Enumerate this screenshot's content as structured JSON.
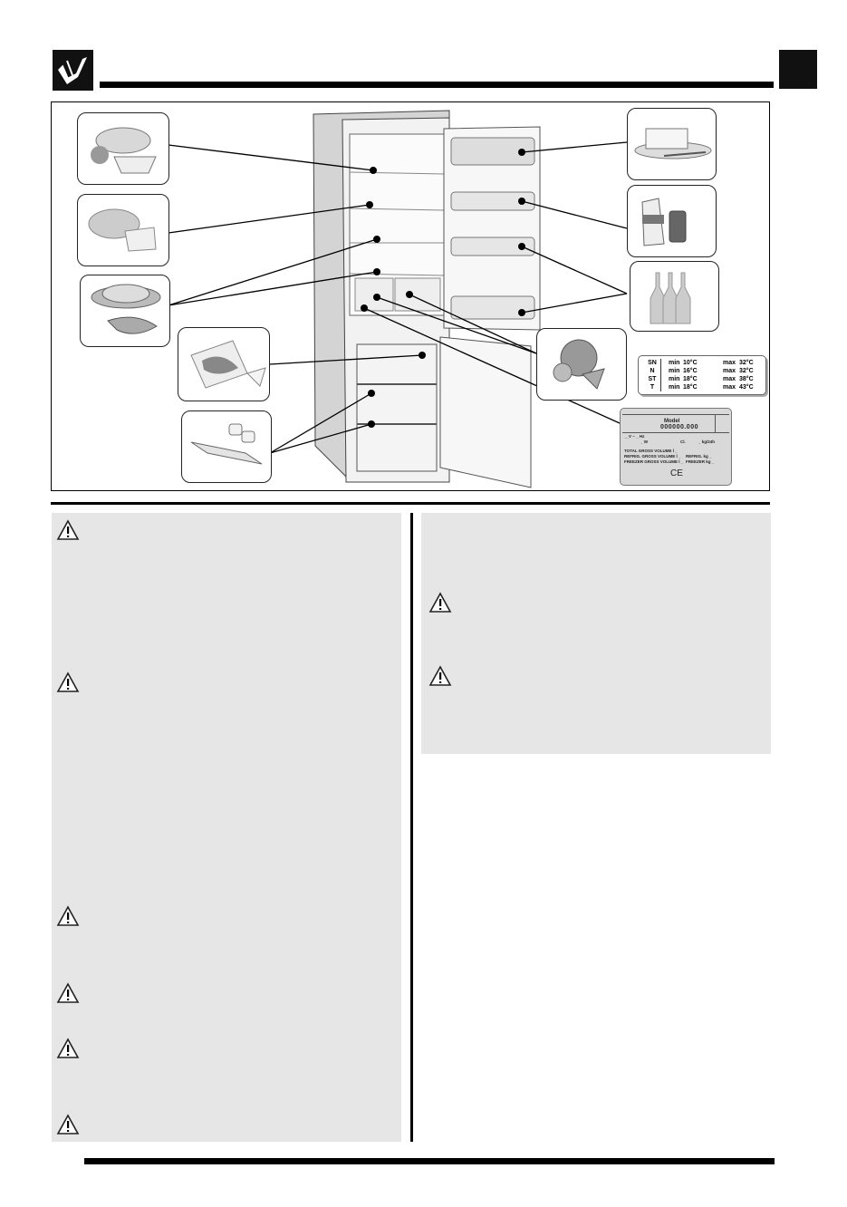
{
  "header": {
    "icon": "open-book-checkmark-icon",
    "tab_marker": "section-tab"
  },
  "figure": {
    "type": "refrigerator-storage-diagram",
    "callouts_left": [
      {
        "id": "baked-goods",
        "depicts": "cake, pastries and bread basket"
      },
      {
        "id": "cheese",
        "depicts": "cheese wheel and wedge"
      },
      {
        "id": "meat-fish",
        "depicts": "roast chicken on platter and fish"
      },
      {
        "id": "frozen-fish",
        "depicts": "wrapped frozen fish"
      },
      {
        "id": "ice-tray",
        "depicts": "ice cube tray with cubes"
      }
    ],
    "callouts_right": [
      {
        "id": "butter",
        "depicts": "butter on plate with knife"
      },
      {
        "id": "milk-cans",
        "depicts": "milk carton and drink can"
      },
      {
        "id": "bottles",
        "depicts": "three bottles"
      },
      {
        "id": "vegetables",
        "depicts": "fruit and vegetables"
      }
    ],
    "climate_table": {
      "rows": [
        {
          "class": "SN",
          "min_label": "min",
          "min": "10°C",
          "max_label": "max",
          "max": "32°C"
        },
        {
          "class": "N",
          "min_label": "min",
          "min": "16°C",
          "max_label": "max",
          "max": "32°C"
        },
        {
          "class": "ST",
          "min_label": "min",
          "min": "18°C",
          "max_label": "max",
          "max": "38°C"
        },
        {
          "class": "T",
          "min_label": "min",
          "min": "18°C",
          "max_label": "max",
          "max": "43°C"
        }
      ]
    },
    "rating_plate": {
      "model_label": "Model",
      "serial": "000000.000",
      "voltage": "__V  ~  _ Hz",
      "power": "_ W",
      "class_label": "Cl.",
      "consumption": "_ kg/24h",
      "total_gross": "TOTAL GROSS VOLUME   l _",
      "refrig_gross": "REFRIG. GROSS VOLUME  l _",
      "freezer_gross": "FREEZER GROSS VOLUME  l _",
      "refrig_kg": "REFRIG.   kg _",
      "freezer_kg": "FREEZER   kg _",
      "ce_mark": "CE"
    }
  },
  "left_panel": {
    "warnings": [
      {
        "icon": "warning-icon"
      },
      {
        "icon": "warning-icon"
      },
      {
        "icon": "warning-icon"
      },
      {
        "icon": "warning-icon"
      },
      {
        "icon": "warning-icon"
      },
      {
        "icon": "warning-icon"
      }
    ]
  },
  "right_panel": {
    "warnings": [
      {
        "icon": "warning-icon"
      },
      {
        "icon": "warning-icon"
      }
    ]
  },
  "colors": {
    "panel_bg": "#e6e6e6",
    "rule": "#000000"
  }
}
